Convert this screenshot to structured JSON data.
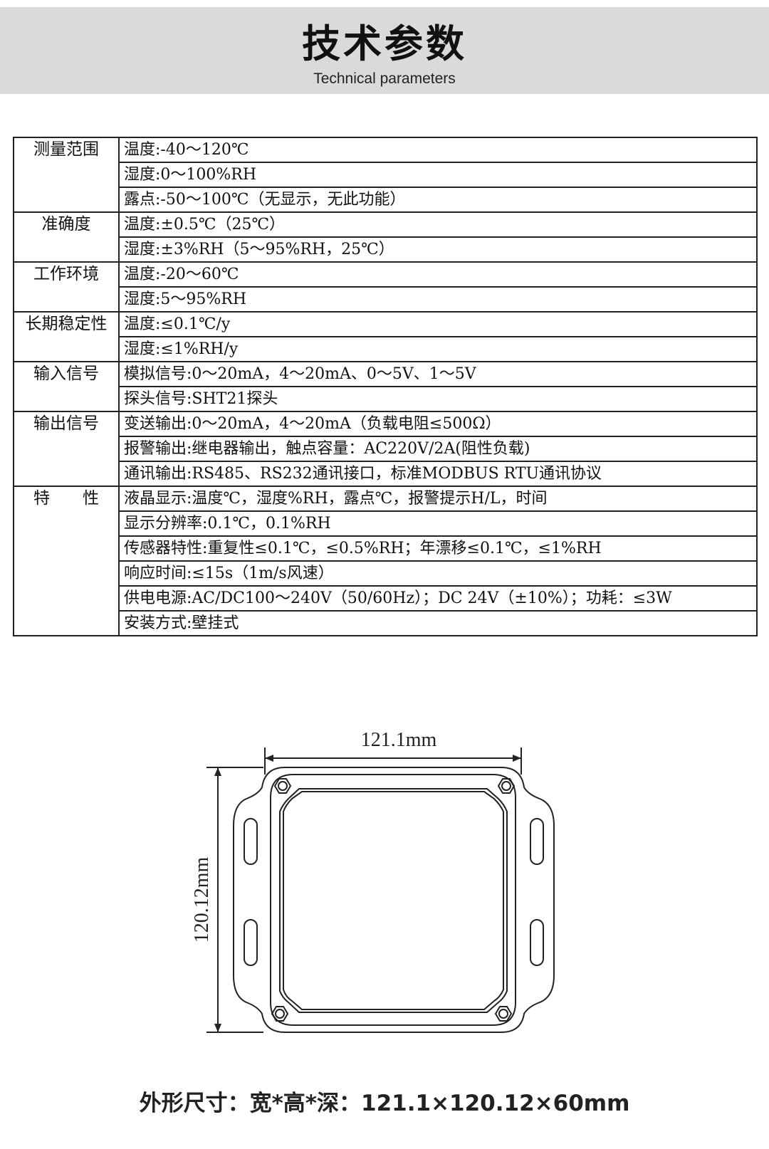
{
  "header": {
    "title": "技术参数",
    "subtitle": "Technical parameters"
  },
  "specs": [
    {
      "category": "测量范围",
      "items": [
        "温度:-40～120℃",
        "湿度:0～100%RH",
        "露点:-50～100℃（无显示，无此功能）"
      ]
    },
    {
      "category": "准确度",
      "items": [
        "温度:±0.5℃（25℃）",
        "湿度:±3%RH（5～95%RH，25℃）"
      ]
    },
    {
      "category": "工作环境",
      "items": [
        "温度:-20～60℃",
        "湿度:5～95%RH"
      ]
    },
    {
      "category": "长期稳定性",
      "items": [
        "温度:≤0.1℃/y",
        "湿度:≤1%RH/y"
      ]
    },
    {
      "category": "输入信号",
      "items": [
        "模拟信号:0～20mA，4～20mA、0～5V、1～5V",
        "探头信号:SHT21探头"
      ]
    },
    {
      "category": "输出信号",
      "items": [
        "变送输出:0～20mA，4～20mA（负载电阻≤500Ω）",
        "报警输出:继电器输出，触点容量：AC220V/2A(阻性负载)",
        "通讯输出:RS485、RS232通讯接口，标准MODBUS RTU通讯协议"
      ]
    },
    {
      "category": "特　　性",
      "items": [
        "液晶显示:温度℃，湿度%RH，露点℃，报警提示H/L，时间",
        "显示分辨率:0.1℃，0.1%RH",
        "传感器特性:重复性≤0.1℃，≤0.5%RH；年漂移≤0.1℃，≤1%RH",
        "响应时间:≤15s（1m/s风速）",
        "供电电源:AC/DC100～240V（50/60Hz）；DC 24V（±10%）；功耗：≤3W",
        "安装方式:壁挂式"
      ]
    }
  ],
  "drawing": {
    "width_label": "121.1mm",
    "height_label": "120.12mm",
    "line_color": "#222222"
  },
  "footer": {
    "dimensions": "外形尺寸：宽*高*深：121.1×120.12×60mm"
  }
}
